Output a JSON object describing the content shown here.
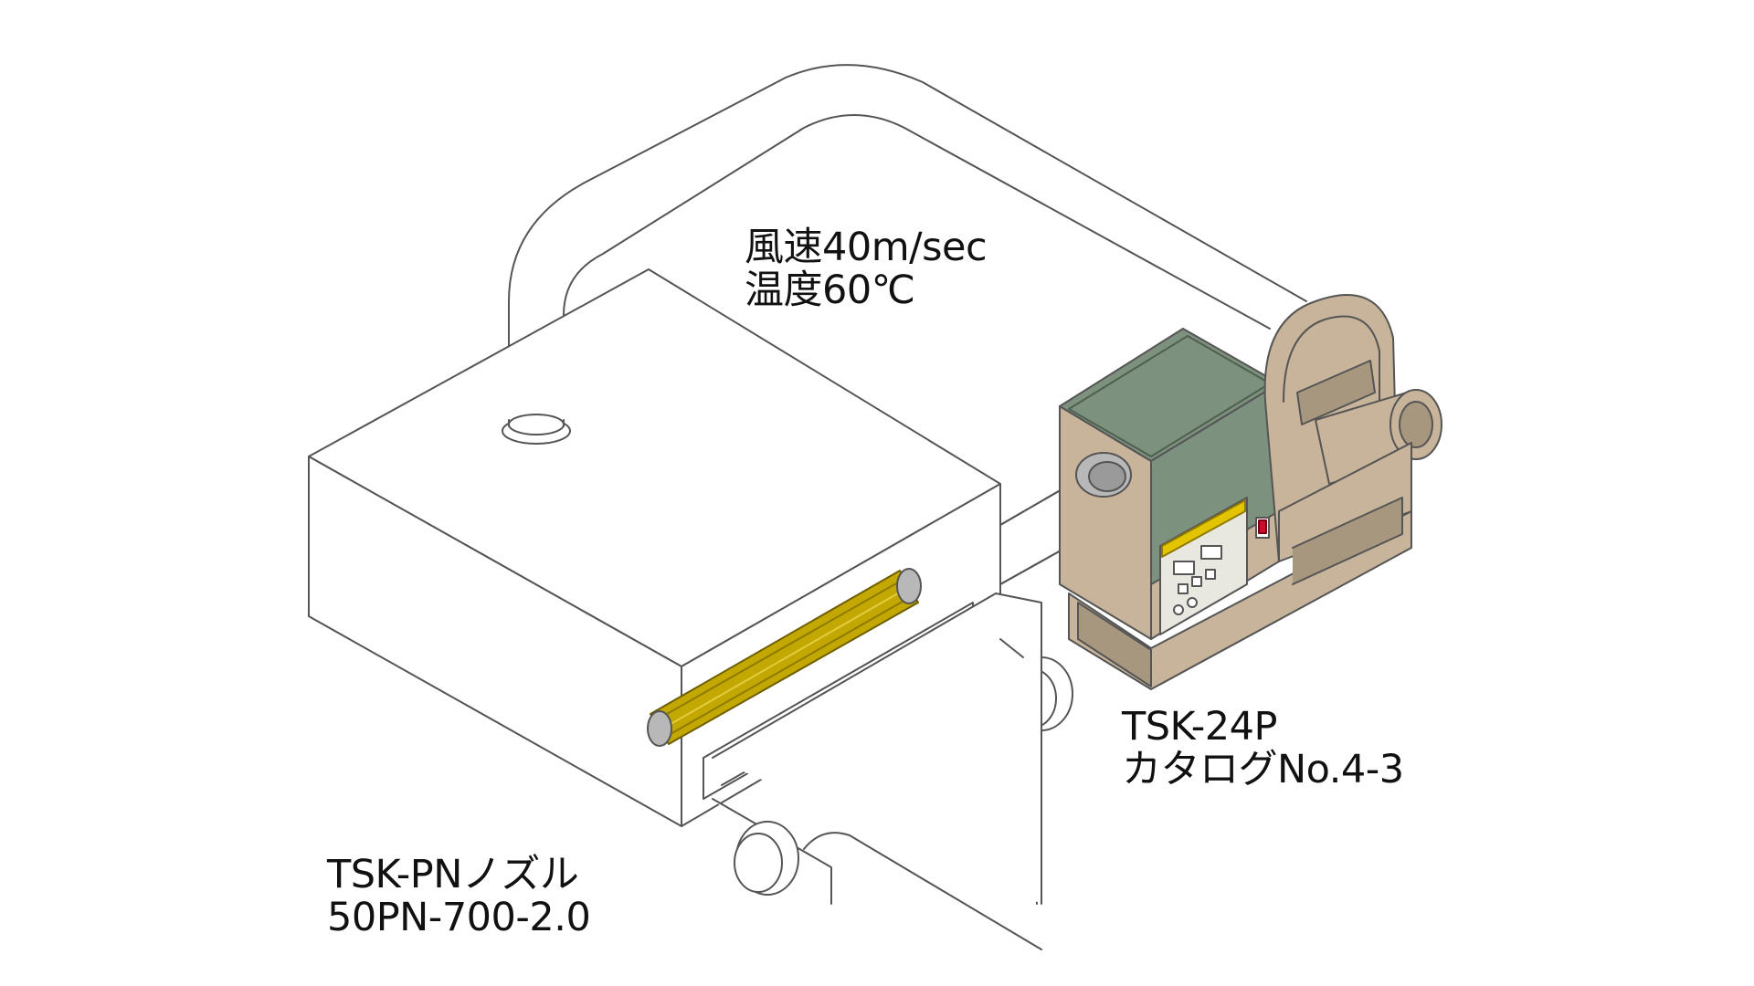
{
  "labels": {
    "airflow": {
      "speed": "風速40m/sec",
      "temperature": "温度60℃"
    },
    "blower_unit": {
      "model": "TSK-24P",
      "catalog": "カタログNo.4-3"
    },
    "nozzle": {
      "name": "TSK-PNノズル",
      "model": "50PN-700-2.0"
    }
  },
  "colors": {
    "line": "#555555",
    "housing": "#c7b49a",
    "housing_shadow": "#a8977f",
    "motor_green": "#7d927e",
    "nozzle_yellow": "#c2a800",
    "nozzle_yellow_dark": "#8f7a00",
    "panel_yellow": "#e2c400",
    "switch_red": "#c8102e",
    "pipe_grey": "#b8b8b8"
  },
  "icons": [
    "power-switch-icon",
    "control-panel-icon"
  ]
}
